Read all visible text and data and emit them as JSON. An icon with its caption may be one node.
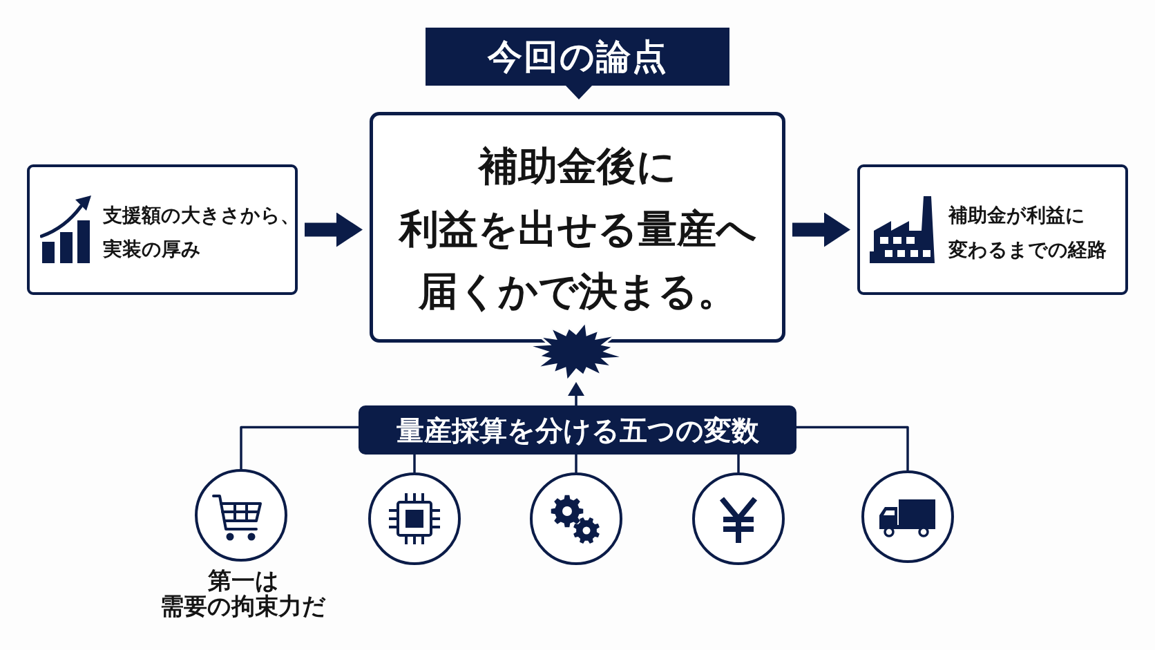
{
  "diagram": {
    "nodes": [
      {
        "text": [
          "今回の論点"
        ]
      },
      {
        "text": [
          "支援額の大きさから、実装の厚み"
        ]
      },
      {
        "text": [
          "補助金後に利益を出せる量産へ届くかで決まる。"
        ]
      },
      {
        "text": [
          "補助金が利益に変わるまでの経路"
        ]
      },
      {
        "text": [],
        "shape": "starburst"
      },
      {
        "text": [
          "量産採算を分ける五つの変数"
        ]
      },
      {
        "text": [],
        "shape": "circle",
        "beside": [
          "第一は需要の拘束力だ"
        ]
      },
      {
        "text": [],
        "shape": "circle"
      },
      {
        "text": [],
        "shape": "circle"
      },
      {
        "text": [],
        "shape": "circle"
      },
      {
        "text": [],
        "shape": "circle"
      }
    ],
    "edges": [
      {
        "from": 1,
        "to": 2,
        "arrow": "to",
        "style": "thick"
      },
      {
        "from": 2,
        "to": 3,
        "arrow": "to",
        "style": "thick"
      },
      {
        "from": 5,
        "to": 4,
        "arrow": "to"
      },
      {
        "from": 5,
        "to": 6,
        "arrow": "none"
      },
      {
        "from": 5,
        "to": 7,
        "arrow": "none"
      },
      {
        "from": 5,
        "to": 8,
        "arrow": "none"
      },
      {
        "from": 5,
        "to": 9,
        "arrow": "none"
      },
      {
        "from": 5,
        "to": 10,
        "arrow": "none"
      }
    ]
  }
}
